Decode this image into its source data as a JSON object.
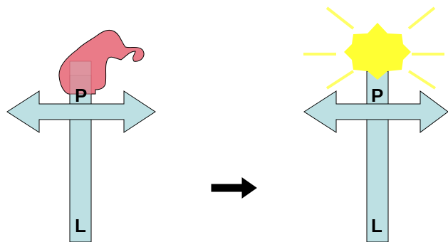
{
  "diagram": {
    "left_panel": {
      "top_label": "P",
      "bottom_label": "L"
    },
    "right_panel": {
      "top_label": "P",
      "bottom_label": "L"
    }
  },
  "colors": {
    "shaft_fill": "#bde0e3",
    "outline": "#000000",
    "blob_fill": "#e8707e",
    "sun_fill": "#ffff33",
    "ray_color": "#ffff66",
    "transition_arrow": "#000000"
  }
}
